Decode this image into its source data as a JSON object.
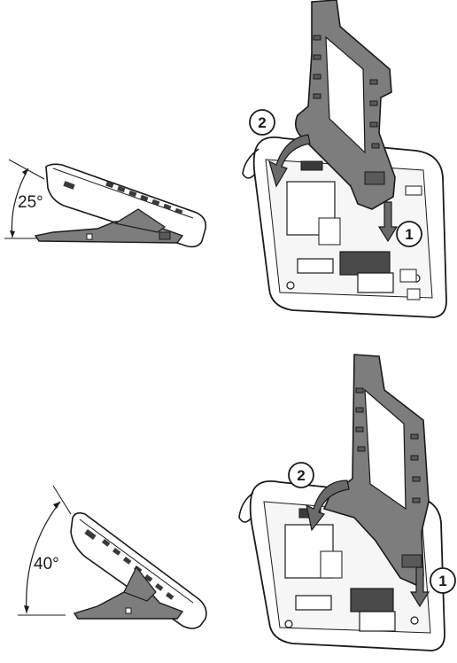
{
  "panels": [
    {
      "angle_label": "25°",
      "step_first": "1",
      "step_second": "2"
    },
    {
      "angle_label": "40°",
      "step_first": "1",
      "step_second": "2"
    }
  ],
  "colors": {
    "outline": "#1a1a1a",
    "stand_fill": "#7d7d7d",
    "stand_dark": "#5a5a5a",
    "phone_body": "#ffffff",
    "phone_shade": "#e6e6e6",
    "keys": "#3a3a3a"
  }
}
